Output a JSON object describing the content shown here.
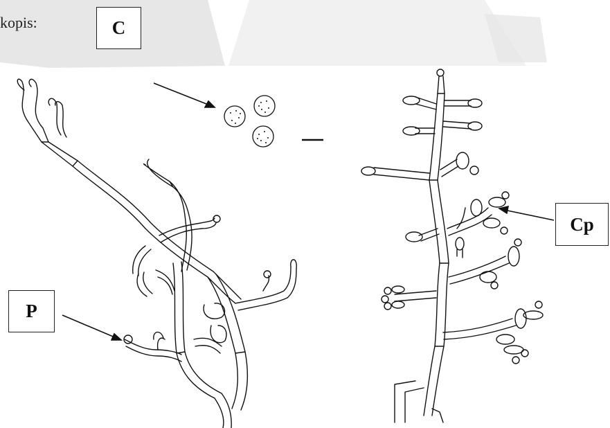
{
  "header": {
    "partial_text": "kopis:"
  },
  "labels": {
    "c": "C",
    "p": "P",
    "cp": "Cp"
  },
  "colors": {
    "line": "#111111",
    "watermark": "#e6e6e6",
    "background": "#ffffff"
  }
}
